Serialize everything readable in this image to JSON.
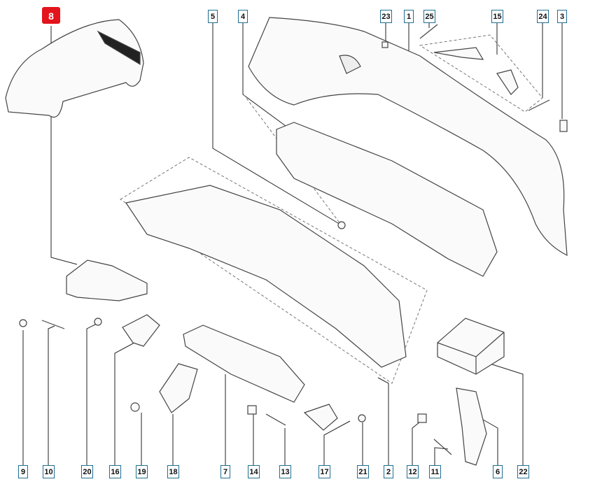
{
  "diagram": {
    "title_callout": "8",
    "top_labels": [
      "8",
      "5",
      "4",
      "23",
      "1",
      "25",
      "15",
      "24",
      "3"
    ],
    "bottom_labels": [
      "9",
      "10",
      "20",
      "16",
      "19",
      "18",
      "7",
      "14",
      "13",
      "17",
      "21",
      "2",
      "12",
      "11",
      "6",
      "22"
    ],
    "colors": {
      "callout": "#e3141b",
      "label_border": "#1f6f93",
      "line": "#222222",
      "part": "#555555"
    }
  }
}
